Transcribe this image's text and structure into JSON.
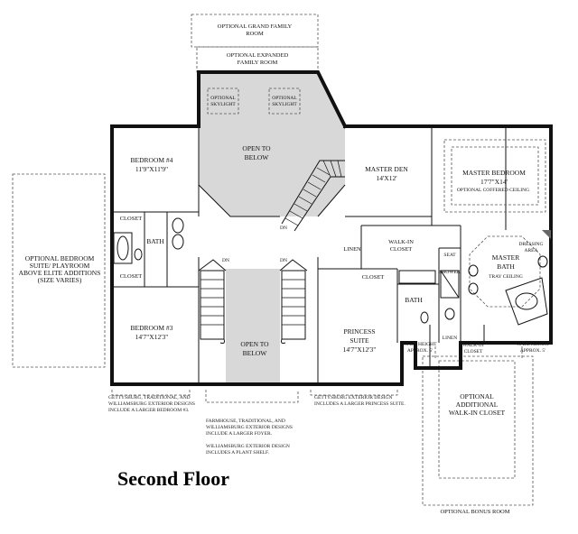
{
  "title": "Second Floor",
  "rooms": {
    "grand_family": [
      "OPTIONAL GRAND FAMILY",
      "ROOM"
    ],
    "expanded_family": [
      "OPTIONAL EXPANDED",
      "FAMILY ROOM"
    ],
    "skylight_left": [
      "OPTIONAL",
      "SKYLIGHT"
    ],
    "skylight_right": [
      "OPTIONAL",
      "SKYLIGHT"
    ],
    "open_below_top": [
      "OPEN TO",
      "BELOW"
    ],
    "open_below_bottom": [
      "OPEN TO",
      "BELOW"
    ],
    "bedroom4": [
      "BEDROOM #4",
      "11'9\"X11'9\""
    ],
    "bedroom3": [
      "BEDROOM #3",
      "14'7\"X12'3\""
    ],
    "closet_b4": "CLOSET",
    "closet_b3": "CLOSET",
    "bath_left": "BATH",
    "optional_suite": [
      "OPTIONAL BEDROOM",
      "SUITE/ PLAYROOM",
      "ABOVE ELITE ADDITIONS",
      "(SIZE VARIES)"
    ],
    "master_den": [
      "MASTER DEN",
      "14'X12'"
    ],
    "master_bedroom": [
      "MASTER BEDROOM",
      "17'7\"X14'",
      "OPTIONAL COFFERED CEILING"
    ],
    "linen_upper": "LINEN",
    "walkin_upper": [
      "WALK-IN",
      "CLOSET"
    ],
    "closet_princess": "CLOSET",
    "bath_princess": "BATH",
    "seat": "SEAT",
    "shower": "SHOWER",
    "dressing": [
      "DRESSING",
      "AREA"
    ],
    "master_bath": [
      "MASTER",
      "BATH",
      "TRAY CEILING"
    ],
    "princess_suite": [
      "PRINCESS",
      "SUITE",
      "14'7\"X12'3\""
    ],
    "linen_lower": "LINEN",
    "walkin_lower": [
      "WALK-IN",
      "CLOSET"
    ],
    "wall_height_left": [
      "WALL HEIGHT",
      "APPROX. 5'"
    ],
    "wall_height_right": [
      "WALL HEIGHT",
      "APPROX. 5'"
    ],
    "optional_walkin": [
      "OPTIONAL",
      "ADDITIONAL",
      "WALK-IN CLOSET"
    ],
    "bonus_room": "OPTIONAL BONUS ROOM",
    "dn_top": "DN",
    "dn_left": "DN",
    "dn_right": "DN"
  },
  "notes": {
    "gettysburg_bedroom": [
      "GETTYSBURG, TRADITIONAL, AND",
      "WILLIAMSBURG EXTERIOR DESIGNS",
      "INCLUDE A LARGER BEDROOM #3."
    ],
    "gettysburg_princess": [
      "GETTYSBURG EXTERIOR DESIGN",
      "INCLUDES A LARGER PRINCESS SUITE."
    ],
    "farmhouse_foyer": [
      "FARMHOUSE, TRADITIONAL, AND",
      "WILLIAMSBURG EXTERIOR DESIGNS",
      "INCLUDE A LARGER FOYER."
    ],
    "williamsburg_shelf": [
      "WILLIAMSBURG EXTERIOR DESIGN",
      "INCLUDES A PLANT SHELF."
    ]
  }
}
